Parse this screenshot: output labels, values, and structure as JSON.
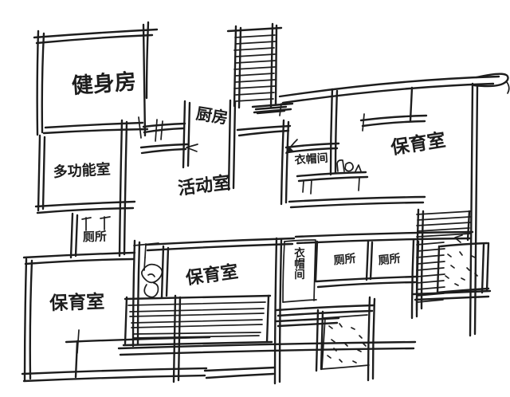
{
  "sketch": {
    "ink_color": "#1d1d1d",
    "paper_color": "#ffffff",
    "labels": {
      "gym": "健身房",
      "kitchen": "厨房",
      "multi_function_room": "多功能室",
      "activity_room": "活动室",
      "cloakroom_upper": "衣帽间",
      "nursery_right": "保育室",
      "toilet_left": "厕所",
      "nursery_bottom_left": "保育室",
      "nursery_bottom_center": "保育室",
      "cloakroom_lower": "衣帽间",
      "toilet_bottom_left": "厕所",
      "toilet_bottom_right": "厕所"
    }
  }
}
